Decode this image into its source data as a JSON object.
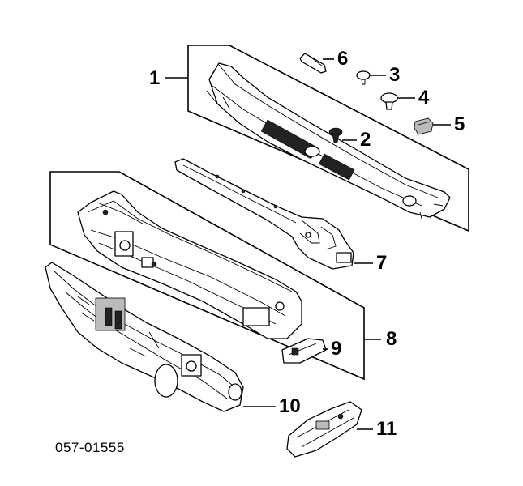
{
  "callouts": {
    "c1": "1",
    "c2": "2",
    "c3": "3",
    "c4": "4",
    "c5": "5",
    "c6": "6",
    "c7": "7",
    "c8": "8",
    "c9": "9",
    "c10": "10",
    "c11": "11"
  },
  "diagram_code": "057-01555"
}
